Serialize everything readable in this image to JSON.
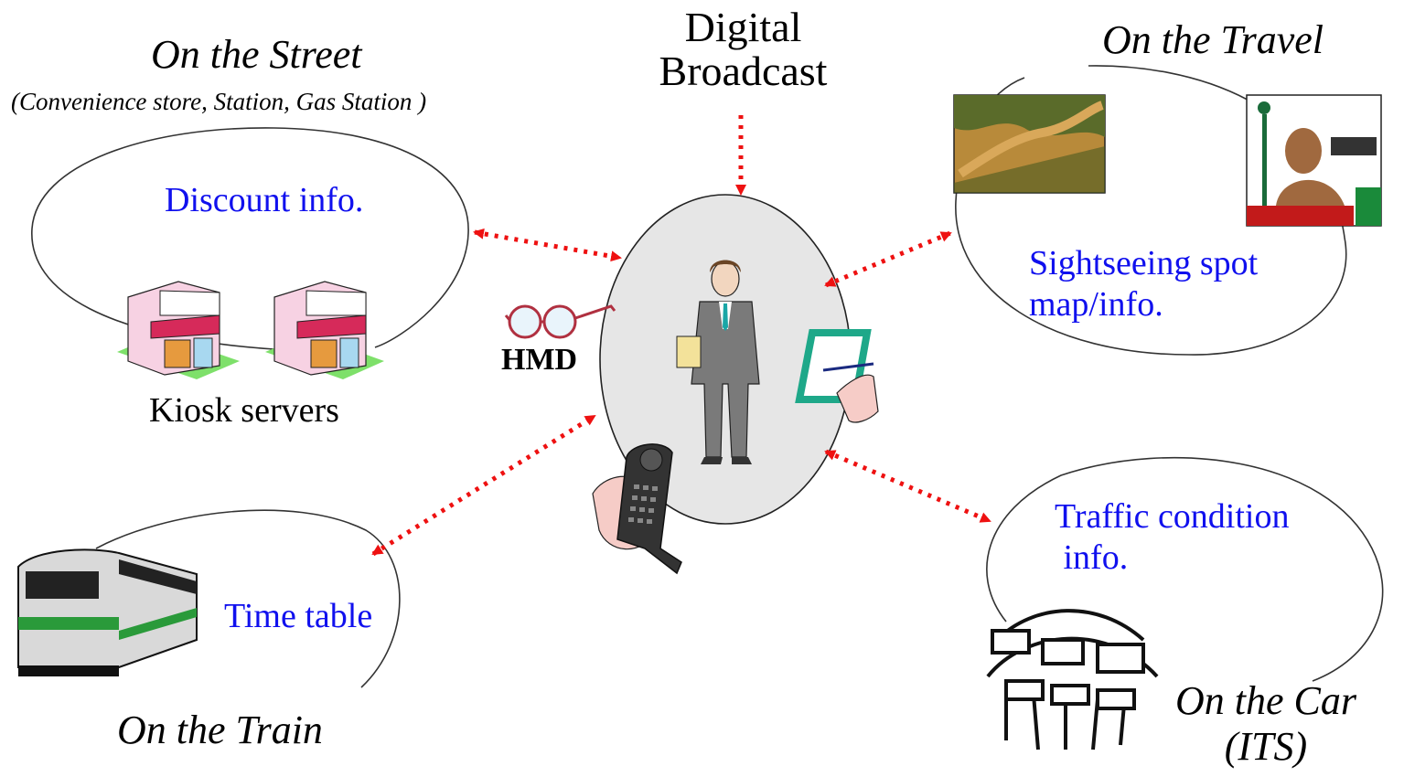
{
  "center": {
    "device_label": "HMD"
  },
  "broadcast": {
    "line1": "Digital",
    "line2": "Broadcast"
  },
  "street": {
    "title": "On the Street",
    "subtitle": "(Convenience store, Station, Gas Station )",
    "info": "Discount info.",
    "caption": "Kiosk servers"
  },
  "travel": {
    "title": "On the Travel",
    "info_line1": "Sightseeing spot",
    "info_line2": "map/info."
  },
  "train": {
    "title": "On the Train",
    "info": "Time table"
  },
  "car": {
    "title_line1": "On the Car",
    "title_line2": "(ITS)",
    "info_line1": "Traffic condition",
    "info_line2": " info."
  },
  "colors": {
    "arrow": "#ee1111",
    "info_text": "#1010ee",
    "center_fill": "#e6e6e6"
  }
}
